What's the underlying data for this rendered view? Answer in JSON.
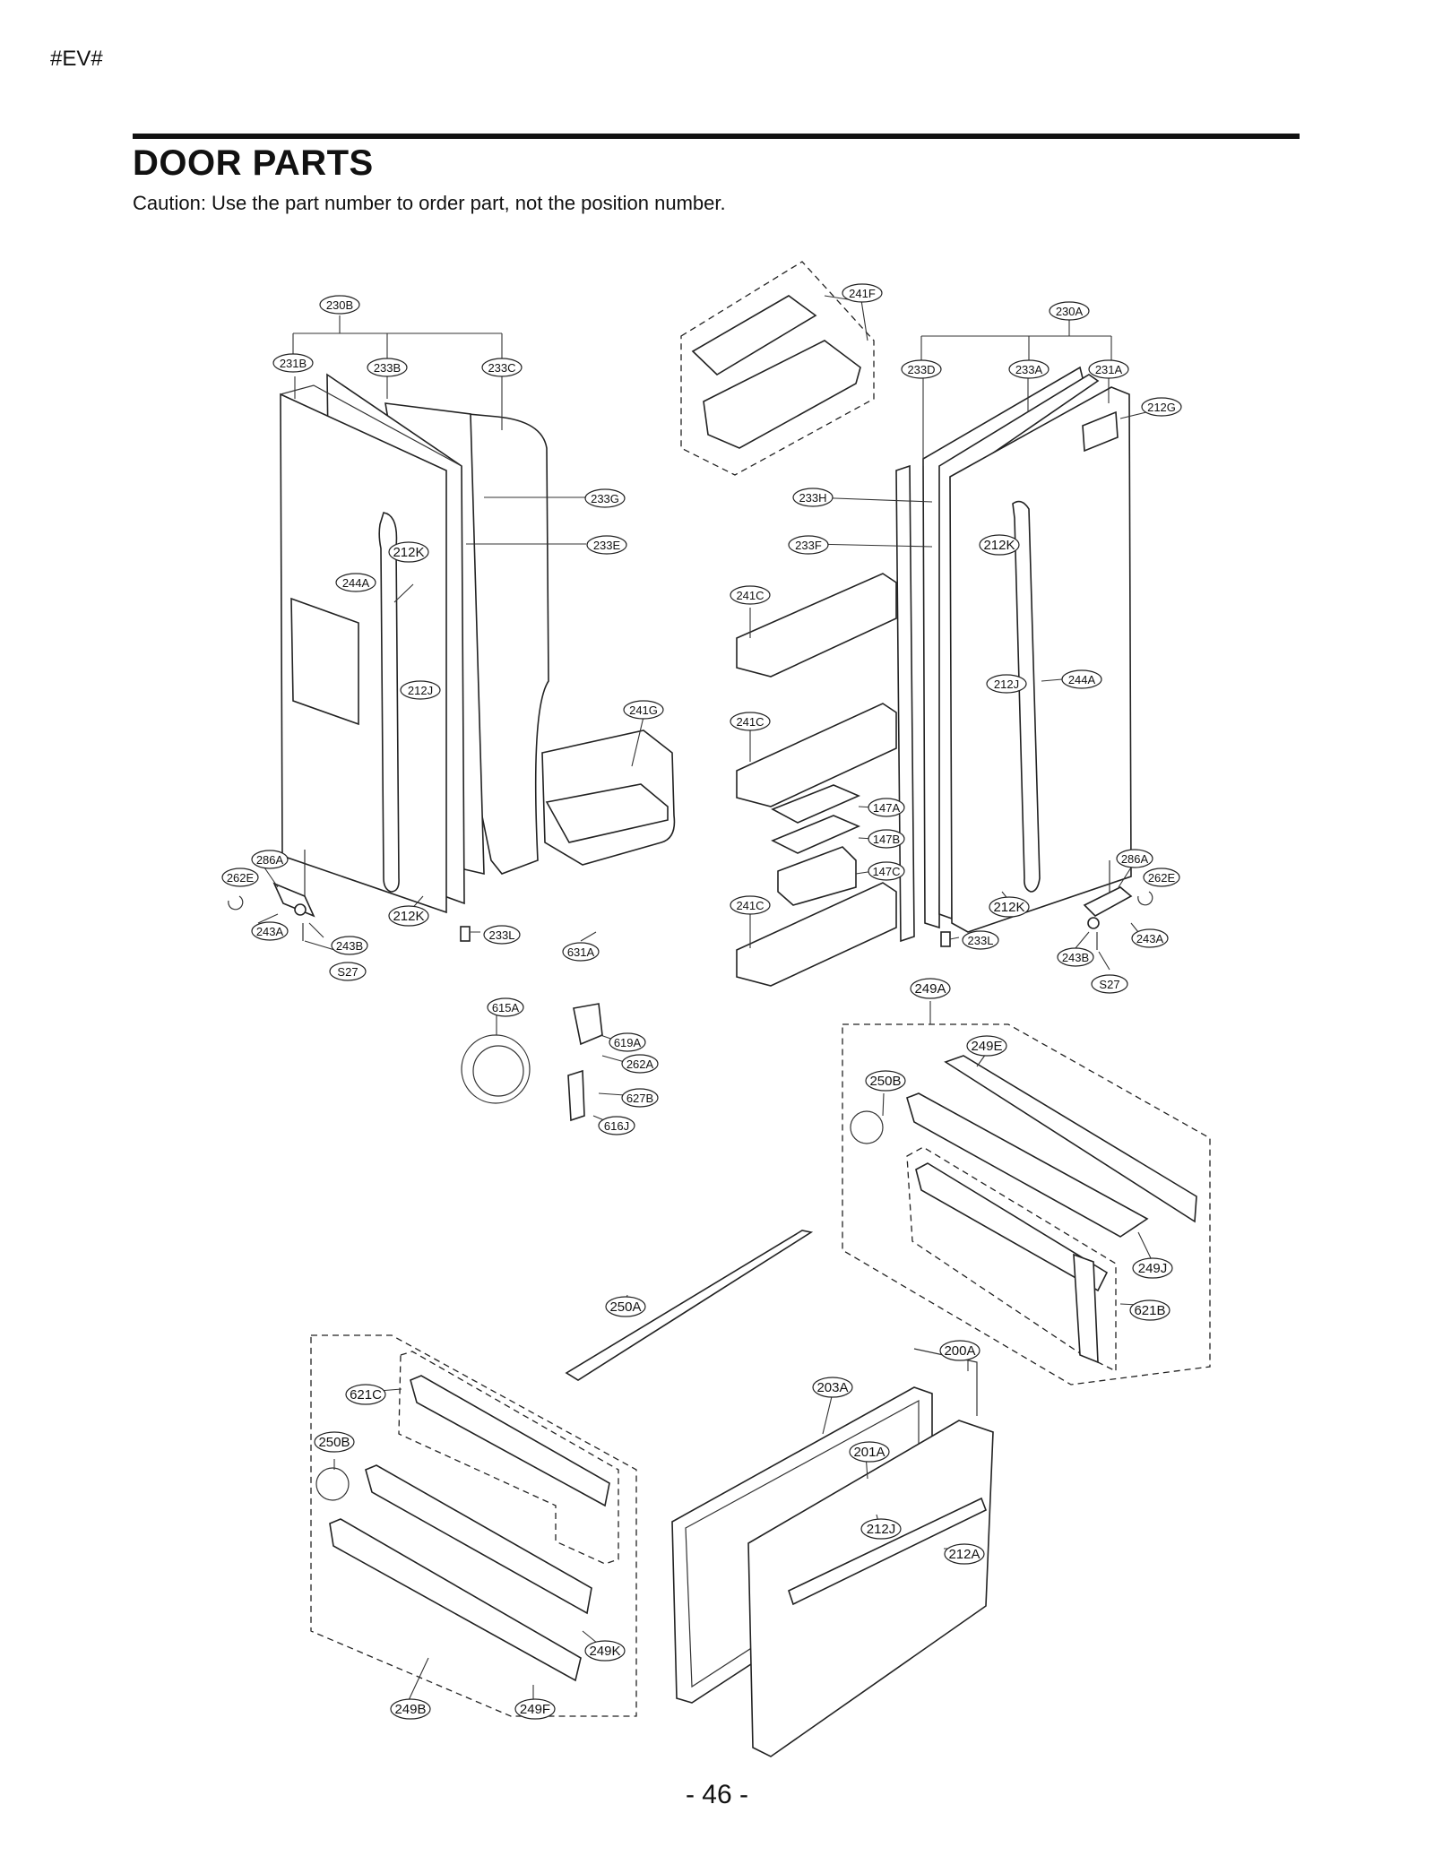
{
  "header": {
    "code": "#EV#",
    "title": "DOOR PARTS",
    "caution": "Caution: Use the part number to order part, not the position number."
  },
  "footer": {
    "page": "- 46 -"
  },
  "callouts": [
    {
      "label": "230B",
      "size": "s"
    },
    {
      "label": "231B",
      "size": "s"
    },
    {
      "label": "233B",
      "size": "s"
    },
    {
      "label": "233C",
      "size": "s"
    },
    {
      "label": "241F",
      "size": "s"
    },
    {
      "label": "230A",
      "size": "s"
    },
    {
      "label": "233D",
      "size": "s"
    },
    {
      "label": "233A",
      "size": "s"
    },
    {
      "label": "231A",
      "size": "s"
    },
    {
      "label": "212G",
      "size": "s"
    },
    {
      "label": "233G",
      "size": "s"
    },
    {
      "label": "233H",
      "size": "s"
    },
    {
      "label": "233E",
      "size": "s"
    },
    {
      "label": "233F",
      "size": "s"
    },
    {
      "label": "212K",
      "size": "b"
    },
    {
      "label": "212K",
      "size": "b"
    },
    {
      "label": "244A",
      "size": "s"
    },
    {
      "label": "241C",
      "size": "s"
    },
    {
      "label": "212J",
      "size": "s"
    },
    {
      "label": "244A",
      "size": "s"
    },
    {
      "label": "212J",
      "size": "s"
    },
    {
      "label": "241G",
      "size": "s"
    },
    {
      "label": "241C",
      "size": "s"
    },
    {
      "label": "147A",
      "size": "s"
    },
    {
      "label": "147B",
      "size": "s"
    },
    {
      "label": "286A",
      "size": "s"
    },
    {
      "label": "262E",
      "size": "s"
    },
    {
      "label": "147C",
      "size": "s"
    },
    {
      "label": "286A",
      "size": "s"
    },
    {
      "label": "262E",
      "size": "s"
    },
    {
      "label": "212K",
      "size": "b"
    },
    {
      "label": "241C",
      "size": "s"
    },
    {
      "label": "212K",
      "size": "b"
    },
    {
      "label": "243A",
      "size": "s"
    },
    {
      "label": "243B",
      "size": "s"
    },
    {
      "label": "233L",
      "size": "s"
    },
    {
      "label": "631A",
      "size": "s"
    },
    {
      "label": "233L",
      "size": "s"
    },
    {
      "label": "243A",
      "size": "s"
    },
    {
      "label": "243B",
      "size": "s"
    },
    {
      "label": "S27",
      "size": "s"
    },
    {
      "label": "S27",
      "size": "s"
    },
    {
      "label": "249A",
      "size": "b"
    },
    {
      "label": "615A",
      "size": "s"
    },
    {
      "label": "619A",
      "size": "s"
    },
    {
      "label": "262A",
      "size": "s"
    },
    {
      "label": "627B",
      "size": "s"
    },
    {
      "label": "616J",
      "size": "s"
    },
    {
      "label": "249E",
      "size": "b"
    },
    {
      "label": "250B",
      "size": "b"
    },
    {
      "label": "249J",
      "size": "b"
    },
    {
      "label": "621B",
      "size": "b"
    },
    {
      "label": "250A",
      "size": "b"
    },
    {
      "label": "200A",
      "size": "b"
    },
    {
      "label": "203A",
      "size": "b"
    },
    {
      "label": "621C",
      "size": "b"
    },
    {
      "label": "201A",
      "size": "b"
    },
    {
      "label": "250B",
      "size": "b"
    },
    {
      "label": "212J",
      "size": "b"
    },
    {
      "label": "212A",
      "size": "b"
    },
    {
      "label": "249K",
      "size": "b"
    },
    {
      "label": "249B",
      "size": "b"
    },
    {
      "label": "249F",
      "size": "b"
    }
  ]
}
